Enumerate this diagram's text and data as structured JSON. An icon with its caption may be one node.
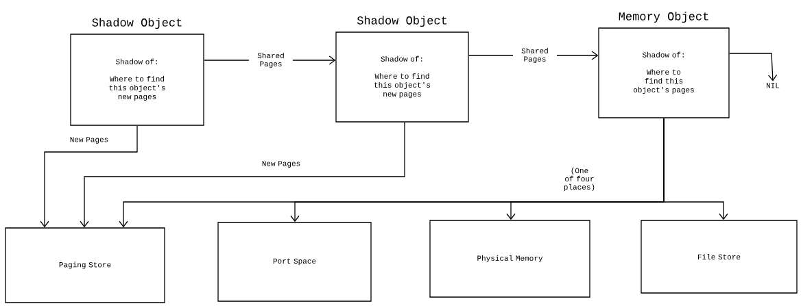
{
  "diagram": {
    "nodes": [
      {
        "text": [
          "Shadow Object",
          "Shadow of:",
          "Where to find this object's new pages"
        ]
      },
      {
        "text": [
          "Shadow Object",
          "Shadow of:",
          "Where to find this object's new pages"
        ]
      },
      {
        "text": [
          "Memory Object",
          "Shadow of:",
          "Where to find this object's pages"
        ]
      },
      {
        "text": [
          "NIL"
        ]
      },
      {
        "text": [
          "Paging Store"
        ]
      },
      {
        "text": [
          "Port Space"
        ]
      },
      {
        "text": [
          "Physical Memory"
        ]
      },
      {
        "text": [
          "File Store"
        ]
      }
    ],
    "edges": [
      {
        "from": 0,
        "to": 1,
        "arrow": "to",
        "label": "Shared Pages"
      },
      {
        "from": 1,
        "to": 2,
        "arrow": "to",
        "label": "Shared Pages"
      },
      {
        "from": 2,
        "to": 3,
        "arrow": "to"
      },
      {
        "from": 0,
        "to": 4,
        "arrow": "to",
        "label": "New Pages"
      },
      {
        "from": 1,
        "to": 4,
        "arrow": "to",
        "label": "New Pages"
      },
      {
        "from": 2,
        "to": 4,
        "arrow": "to",
        "label": "(One of four places)"
      },
      {
        "from": 2,
        "to": 5,
        "arrow": "to"
      },
      {
        "from": 2,
        "to": 6,
        "arrow": "to"
      },
      {
        "from": 2,
        "to": 7,
        "arrow": "to"
      }
    ]
  }
}
